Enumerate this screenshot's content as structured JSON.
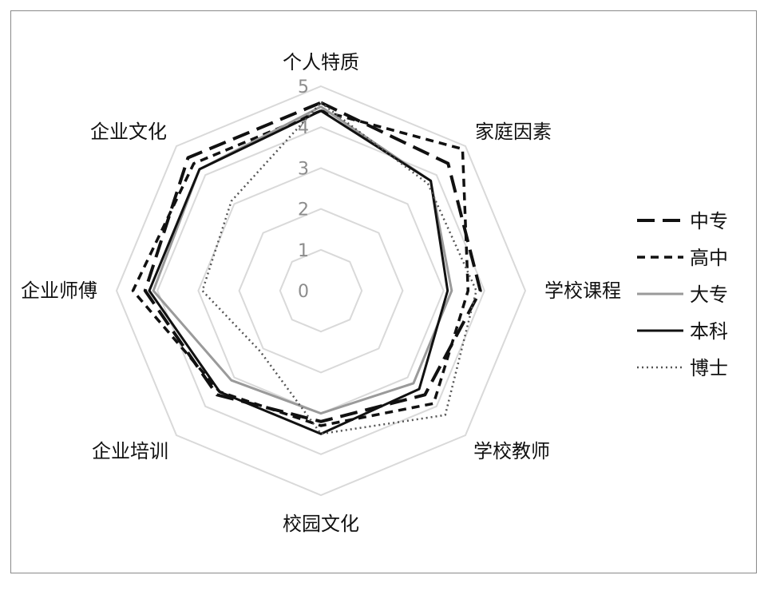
{
  "chart_data": {
    "type": "radar",
    "axes": [
      "个人特质",
      "家庭因素",
      "学校课程",
      "学校教师",
      "校园文化",
      "企业培训",
      "企业师傅",
      "企业文化"
    ],
    "ticks": [
      "0",
      "1",
      "2",
      "3",
      "4",
      "5"
    ],
    "range": [
      0,
      5
    ],
    "legend_position": "right",
    "series": [
      {
        "name": "中专",
        "values": [
          4.6,
          4.4,
          3.9,
          3.6,
          3.2,
          3.6,
          4.3,
          4.6
        ],
        "color": "#111111",
        "dash": "long-dash"
      },
      {
        "name": "高中",
        "values": [
          4.4,
          4.9,
          3.6,
          3.9,
          3.3,
          3.5,
          4.6,
          4.4
        ],
        "color": "#111111",
        "dash": "short-dash"
      },
      {
        "name": "大专",
        "values": [
          4.5,
          3.8,
          3.2,
          3.2,
          3.0,
          3.1,
          4.1,
          4.2
        ],
        "color": "#9a9a9a",
        "dash": "solid"
      },
      {
        "name": "本科",
        "values": [
          4.4,
          3.8,
          3.1,
          3.4,
          3.5,
          3.5,
          4.2,
          4.2
        ],
        "color": "#111111",
        "dash": "solid"
      },
      {
        "name": "博士",
        "values": [
          4.6,
          3.7,
          3.8,
          4.3,
          3.5,
          2.1,
          2.9,
          3.1
        ],
        "color": "#555555",
        "dash": "dotted"
      }
    ]
  }
}
